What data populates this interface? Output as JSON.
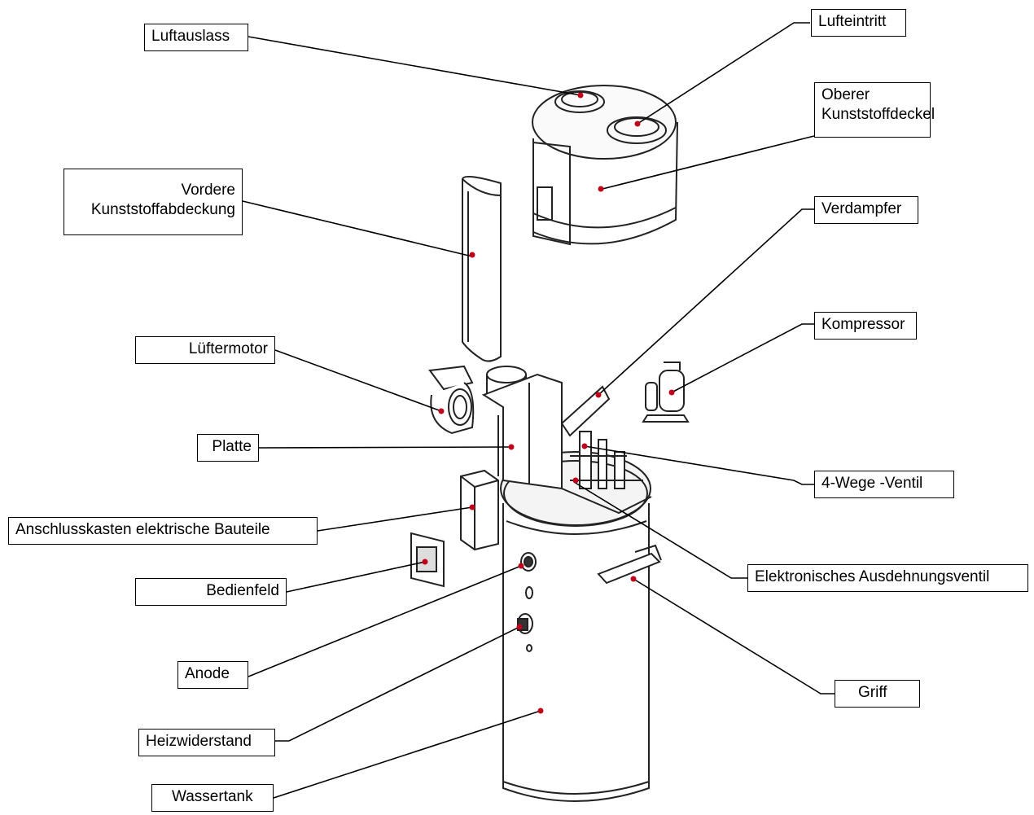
{
  "labels": {
    "luftauslass": "Luftauslass",
    "lufteintritt": "Lufteintritt",
    "oberer_1": "Oberer",
    "oberer_2": "Kunststoffdeckel",
    "vordere_1": "Vordere",
    "vordere_2": "Kunststoffabdeckung",
    "verdampfer": "Verdampfer",
    "kompressor": "Kompressor",
    "luftermotor": "Lüftermotor",
    "platte": "Platte",
    "vierwege": "4-Wege  -Ventil",
    "anschlusskasten": "Anschlusskasten elektrische Bauteile",
    "ausdehnungsventil": "Elektronisches Ausdehnungsventil",
    "bedienfeld": "Bedienfeld",
    "anode": "Anode",
    "griff": "Griff",
    "heizwiderstand": "Heizwiderstand",
    "wassertank": "Wassertank"
  },
  "colors": {
    "marker": "#c0001a",
    "line": "#000000"
  }
}
